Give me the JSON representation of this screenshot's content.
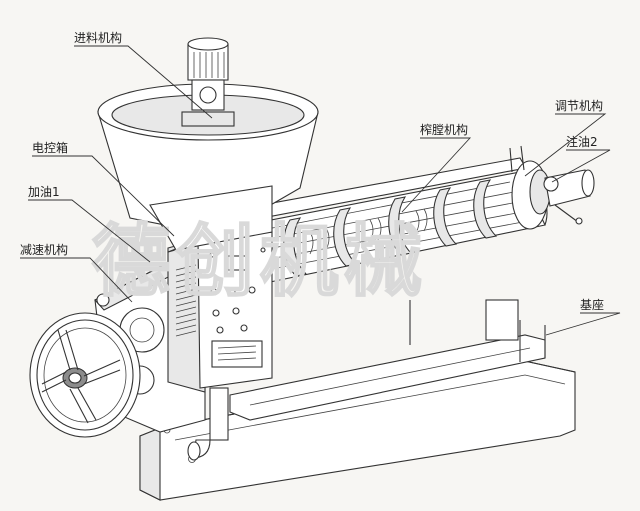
{
  "labels": {
    "feed": "进料机构",
    "control_box": "电控箱",
    "oil_add_1": "加油1",
    "reducer": "减速机构",
    "press_chamber": "榨膛机构",
    "adjust": "调节机构",
    "oil_add_2": "注油2",
    "base": "基座"
  },
  "watermark": "德创机械",
  "colors": {
    "background": "#f7f6f3",
    "line": "#333333",
    "watermark": "#d9d9d9"
  }
}
